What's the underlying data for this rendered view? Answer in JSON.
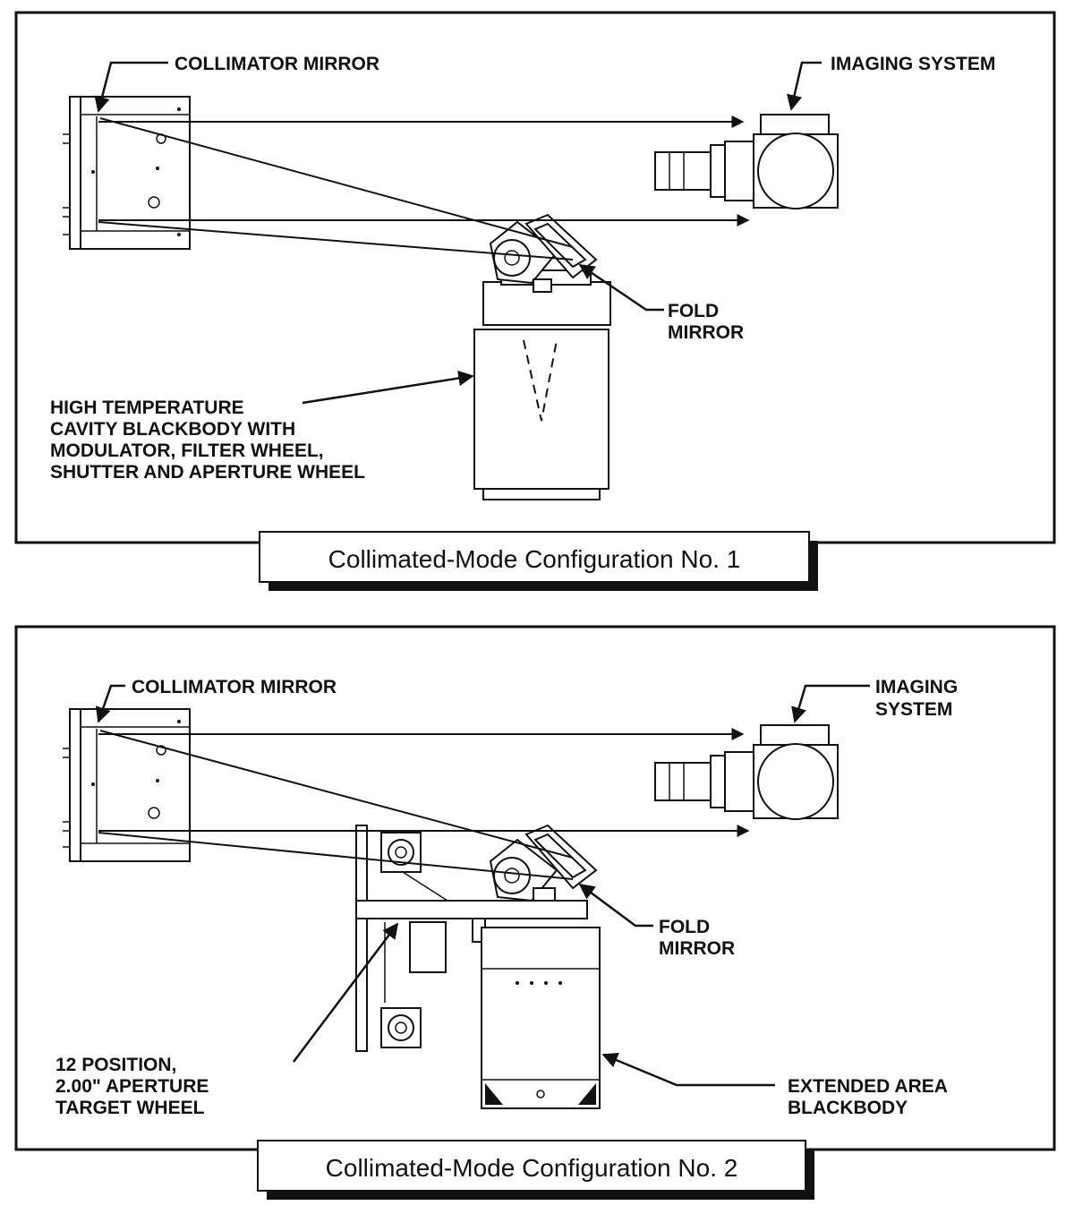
{
  "panel1": {
    "caption": "Collimated-Mode Configuration No. 1",
    "labels": {
      "collimator": "COLLIMATOR MIRROR",
      "imaging": "IMAGING SYSTEM",
      "fold_1": "FOLD",
      "fold_2": "MIRROR",
      "blackbody_1": "HIGH TEMPERATURE",
      "blackbody_2": "CAVITY BLACKBODY WITH",
      "blackbody_3": "MODULATOR, FILTER WHEEL,",
      "blackbody_4": "SHUTTER AND APERTURE WHEEL"
    }
  },
  "panel2": {
    "caption": "Collimated-Mode Configuration No. 2",
    "labels": {
      "collimator": "COLLIMATOR MIRROR",
      "imaging_1": "IMAGING",
      "imaging_2": "SYSTEM",
      "fold_1": "FOLD",
      "fold_2": "MIRROR",
      "wheel_1": "12 POSITION,",
      "wheel_2": "2.00\" APERTURE",
      "wheel_3": "TARGET WHEEL",
      "extended_1": "EXTENDED AREA",
      "extended_2": "BLACKBODY"
    }
  }
}
